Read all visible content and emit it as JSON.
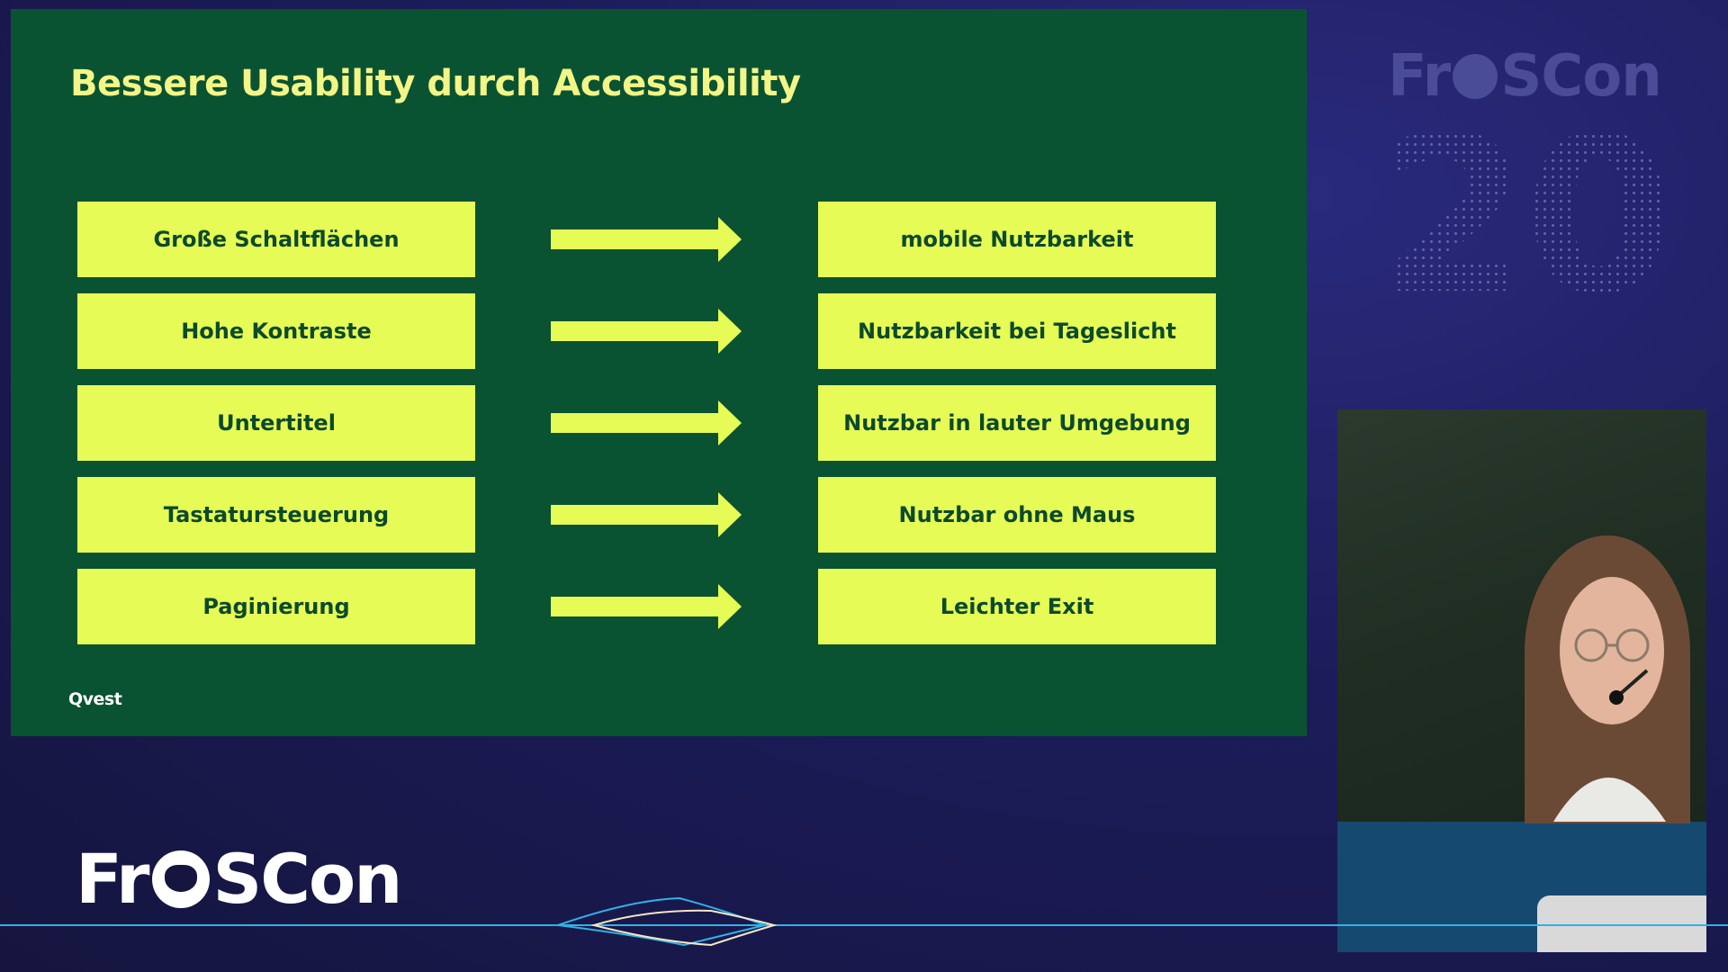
{
  "slide": {
    "title": "Bessere Usability durch Accessibility",
    "rows": [
      {
        "left": "Große Schaltflächen",
        "right": "mobile Nutzbarkeit"
      },
      {
        "left": "Hohe Kontraste",
        "right": "Nutzbarkeit bei Tageslicht"
      },
      {
        "left": "Untertitel",
        "right": "Nutzbar in lauter Umgebung"
      },
      {
        "left": "Tastatursteuerung",
        "right": "Nutzbar ohne Maus"
      },
      {
        "left": "Paginierung",
        "right": "Leichter Exit"
      }
    ],
    "logo": "Qvest"
  },
  "branding": {
    "top_fr": "Fr",
    "top_scon": "SCon",
    "year": "20",
    "footer_fr": "Fr",
    "footer_scon": "SCon"
  },
  "colors": {
    "slide_bg": "#0a5332",
    "title": "#f3f586",
    "box_bg": "#e6fb55",
    "box_text": "#0c4a2c",
    "arrow": "#e6fb55",
    "page_bg": "#1c1c5a"
  },
  "icons": {
    "arrow": "arrow-right-icon",
    "frog": "frog-icon"
  }
}
